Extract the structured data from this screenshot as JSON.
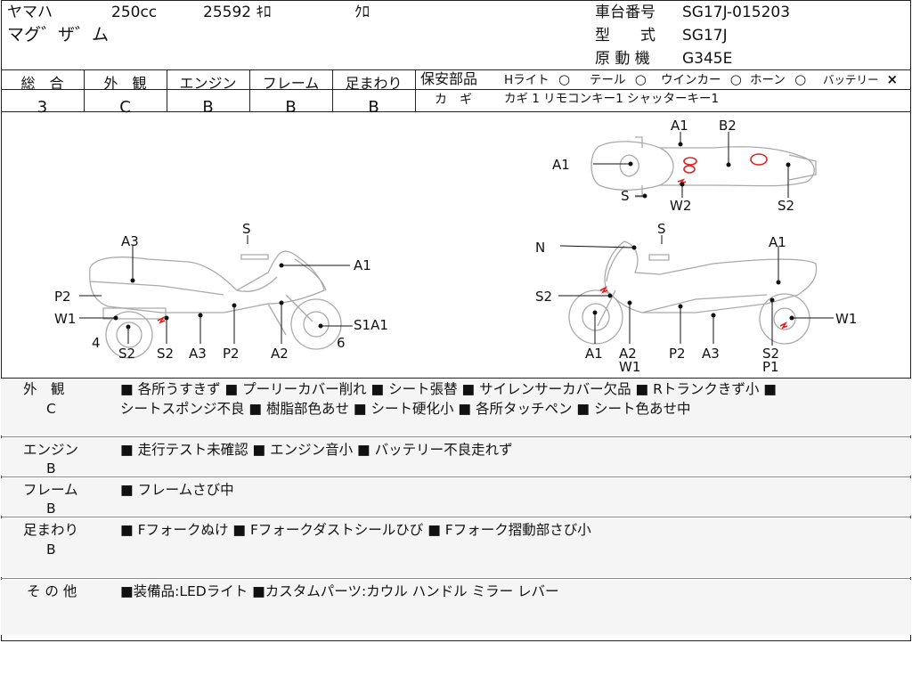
{
  "header": {
    "maker": "ヤマハ",
    "displacement": "250cc",
    "mileage": "25592 ｷﾛ",
    "color": "ｸﾛ",
    "model_name": "マグ゛ザ゛ム",
    "frame_no_label": "車台番号",
    "frame_no": "SG17J-015203",
    "type_label": "型　　式",
    "type_value": "SG17J",
    "engine_label": "原 動 機",
    "engine_value": "G345E"
  },
  "grades": [
    {
      "label": "総　合",
      "value": "3"
    },
    {
      "label": "外　観",
      "value": "C"
    },
    {
      "label": "エンジン",
      "value": "B"
    },
    {
      "label": "フレーム",
      "value": "B"
    },
    {
      "label": "足まわり",
      "value": "B"
    }
  ],
  "safety": {
    "label": "保安部品",
    "items": [
      {
        "name": "Hライト",
        "mark": "○"
      },
      {
        "name": "テール",
        "mark": "○"
      },
      {
        "name": "ウインカー",
        "mark": "○"
      },
      {
        "name": "ホーン",
        "mark": "○"
      },
      {
        "name": "バッテリー",
        "mark": "×"
      }
    ],
    "keys_label": "カ　ギ",
    "keys_value": "カギ 1  リモコンキー1  シャッターキー1"
  },
  "diagram_labels": {
    "left_side": [
      "A3",
      "S",
      "A1",
      "P2",
      "W1",
      "S1A1",
      "4",
      "6",
      "S2",
      "S2",
      "A3",
      "P2",
      "A2"
    ],
    "right_side": [
      "N",
      "S",
      "A1",
      "S2",
      "W1",
      "A1",
      "A2",
      "W1",
      "P2",
      "A3",
      "S2",
      "P1"
    ],
    "top_view": [
      "A1",
      "B2",
      "A1",
      "S",
      "W2",
      "S2"
    ]
  },
  "sections": [
    {
      "label": "外　観",
      "grade": "C",
      "lines": [
        "■ 各所うすきず ■ プーリーカバー削れ ■ シート張替 ■ サイレンサーカバー欠品 ■ Rトランクきず小 ■",
        "シートスポンジ不良 ■ 樹脂部色あせ ■ シート硬化小 ■ 各所タッチペン ■ シート色あせ中"
      ]
    },
    {
      "label": "エンジン",
      "grade": "B",
      "lines": [
        "■ 走行テスト未確認 ■ エンジン音小 ■ バッテリー不良走れず"
      ]
    },
    {
      "label": "フレーム",
      "grade": "B",
      "lines": [
        "■ フレームさび中"
      ]
    },
    {
      "label": "足まわり",
      "grade": "B",
      "lines": [
        "■ Fフォークぬけ ■ Fフォークダストシールひび ■ Fフォーク摺動部さび小"
      ]
    },
    {
      "label": "そ の 他",
      "grade": "",
      "lines": [
        "■装備品:LEDライト ■カスタムパーツ:カウル ハンドル ミラー レバー"
      ]
    }
  ]
}
